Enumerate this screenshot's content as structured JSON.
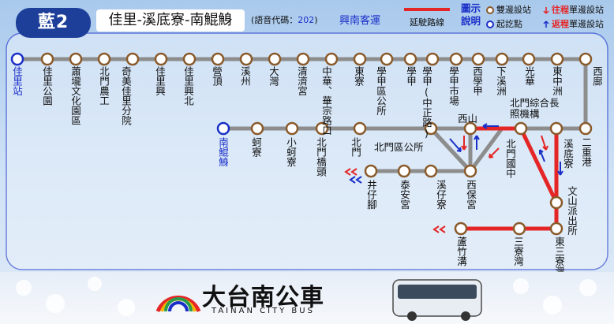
{
  "header": {
    "route_number": "藍2",
    "route_title": "佳里-溪底寮-南鯤鯓",
    "voice_code_label": "(語音代碼：",
    "voice_code_value": "202",
    "voice_code_close": ")",
    "operator": "興南客運"
  },
  "legend": {
    "title": "圖示說明",
    "extension_label": "延駛路線",
    "both_way_stop": "雙邊設站",
    "terminal_stop": "起訖點",
    "outbound_prefix": "往程",
    "outbound_suffix": "單邊設站",
    "return_prefix": "返程",
    "return_suffix": "單邊設站"
  },
  "stops": {
    "jiali_station": "佳里站",
    "jiali_park": "佳里公園",
    "xiaolong_park": "蕭壠文化園區",
    "beimen_agri": "北門農工",
    "qimei": "奇美佳里分院",
    "jialixing": "佳里興",
    "jialixing_north": "佳里興北",
    "yingding": "營頂",
    "xizhou": "溪州",
    "dawan": "大灣",
    "qingjigong": "清濟宮",
    "zhonghua": "中華、華宗路口",
    "dongliao": "東寮",
    "xuejia_office": "學甲區公所",
    "xuejia": "學甲",
    "xuejia_zhongzheng": "學甲(中正路)",
    "xuejia_market": "學甲市場",
    "xixuejia": "西學甲",
    "xiaxizhou": "下溪洲",
    "guanghua": "光華",
    "dongzhongzhou": "東中洲",
    "xiliao": "西廍",
    "erchonggang": "二重港",
    "beimen_complex": "北門綜合長照機構",
    "xidiliao": "溪底寮",
    "wenshan_police": "文山派出所",
    "dongsan": "東三寮灣",
    "sanliaowan": "三寮灣",
    "luzhuogou": "蘆竹溝",
    "xishan": "西山",
    "beimen_high": "北門國中",
    "beimen_office": "北門區公所",
    "xibaogong": "西保宮",
    "xizailiao": "溪仔寮",
    "tai_an": "泰安宮",
    "jingzijiao": "井仔腳",
    "beimen": "北門",
    "beimen_bridge": "北門橋頭",
    "xiaohaliao": "小蚵寮",
    "haliao": "蚵寮",
    "nankunshen": "南鯤鯓"
  },
  "logo": {
    "name": "大台南公車",
    "english": "TAINAN CITY BUS"
  },
  "colors": {
    "route_line": "#8d8d8d",
    "extension_line": "#e42626",
    "header_badge": "#1d3f9a",
    "stop_border": "#8a5a2a",
    "terminal_border": "#1a2fc8"
  }
}
